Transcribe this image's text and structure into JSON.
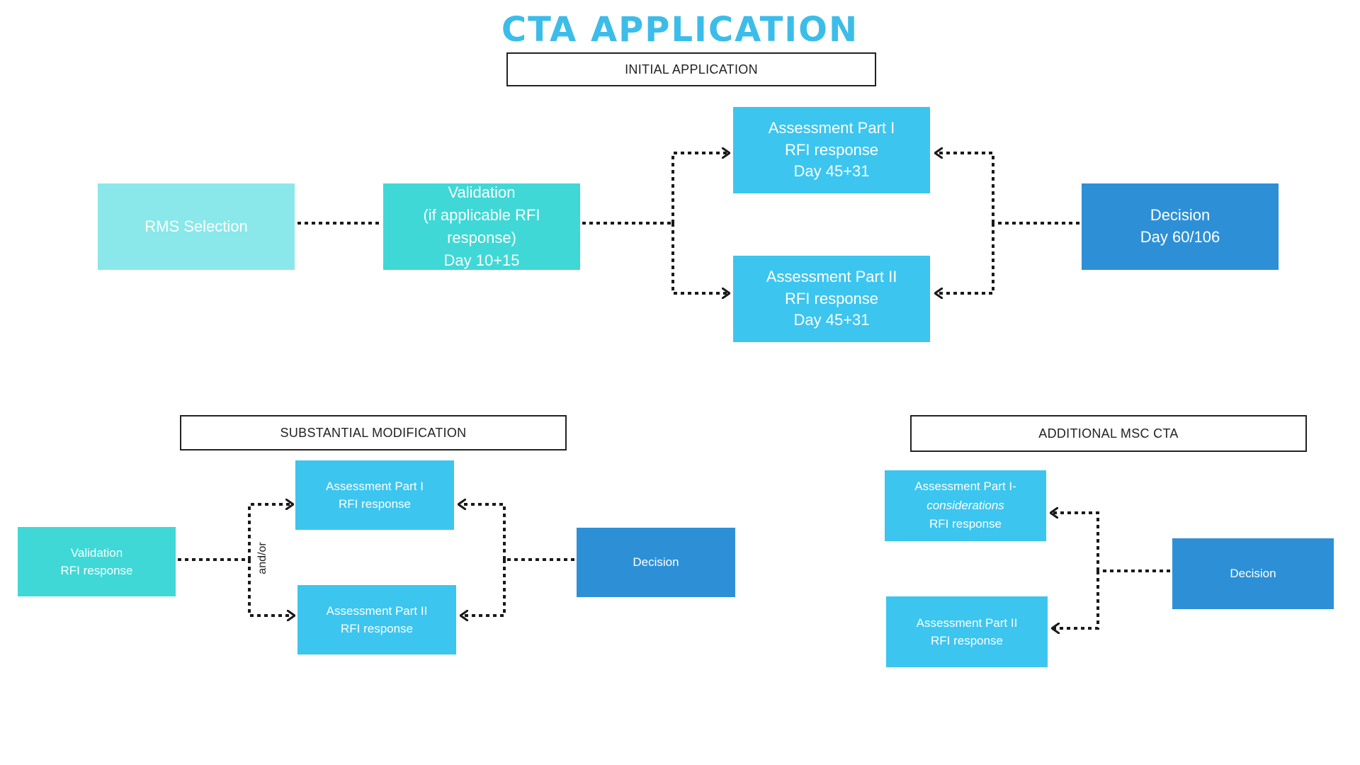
{
  "title": "CTA  APPLICATION",
  "initial": {
    "header": "INITIAL APPLICATION",
    "rms": {
      "line1": "RMS Selection"
    },
    "validation": {
      "line1": "Validation",
      "line2": "(if applicable RFI",
      "line3": "response)",
      "line4": "Day 10+15"
    },
    "part1": {
      "line1": "Assessment Part I",
      "line2": "RFI response",
      "line3": "Day 45+31"
    },
    "part2": {
      "line1": "Assessment Part II",
      "line2": "RFI response",
      "line3": "Day 45+31"
    },
    "decision": {
      "line1": "Decision",
      "line2": "Day 60/106"
    }
  },
  "substantial": {
    "header": "SUBSTANTIAL MODIFICATION",
    "validation": {
      "line1": "Validation",
      "line2": "RFI response"
    },
    "and_or": "and/or",
    "part1": {
      "line1": "Assessment Part I",
      "line2": "RFI response"
    },
    "part2": {
      "line1": "Assessment Part II",
      "line2": "RFI response"
    },
    "decision": {
      "line1": "Decision"
    }
  },
  "additional": {
    "header": "ADDITIONAL MSC CTA",
    "part1": {
      "line1": "Assessment Part I-",
      "line2": "considerations",
      "line3": "RFI response"
    },
    "part2": {
      "line1": "Assessment Part II",
      "line2": "RFI response"
    },
    "decision": {
      "line1": "Decision"
    }
  },
  "colors": {
    "title": "#3cbde9",
    "light_cyan": "#8ae8ea",
    "teal": "#3fd8d6",
    "sky": "#3cc5ef",
    "blue": "#2d90d7",
    "connector": "#1a1a1a"
  }
}
